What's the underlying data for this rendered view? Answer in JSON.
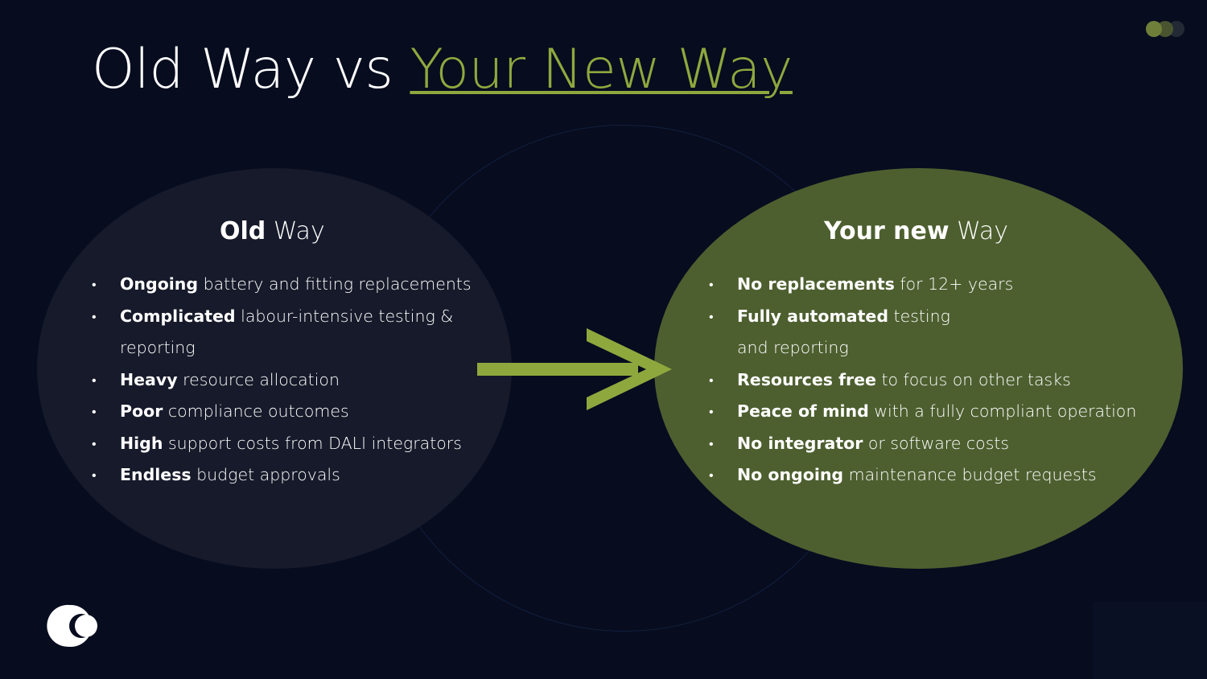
{
  "title": {
    "prefix": "Old Way vs ",
    "accent": "Your New Way"
  },
  "old_way": {
    "heading_bold": "Old",
    "heading_light": "Way",
    "items": [
      {
        "bold": "Ongoing",
        "rest": "battery and fitting replacements"
      },
      {
        "bold": "Complicated",
        "rest": "labour-intensive testing &",
        "continuation": "reporting"
      },
      {
        "bold": "Heavy",
        "rest": "resource allocation"
      },
      {
        "bold": "Poor",
        "rest": "compliance outcomes"
      },
      {
        "bold": "High",
        "rest": "support costs from DALI integrators"
      },
      {
        "bold": "Endless",
        "rest": "budget approvals"
      }
    ]
  },
  "new_way": {
    "heading_bold": "Your new",
    "heading_light": "Way",
    "items": [
      {
        "bold": "No replacements",
        "rest": "for 12+ years"
      },
      {
        "bold": "Fully automated",
        "rest": "testing",
        "continuation": "and reporting"
      },
      {
        "bold": "Resources free",
        "rest": "to focus on other tasks"
      },
      {
        "bold": "Peace of mind",
        "rest": "with a fully compliant operation"
      },
      {
        "bold": "No integrator",
        "rest": "or software costs"
      },
      {
        "bold": "No ongoing",
        "rest": "maintenance budget requests"
      }
    ]
  },
  "colors": {
    "background": "#070c1f",
    "accent": "#8fa83e",
    "old_panel": "#161a2a",
    "new_panel": "#4d5f2f"
  },
  "icons": {
    "arrow": "right-arrow-icon",
    "dots": "three-dots-icon",
    "logo": "brand-logo"
  }
}
